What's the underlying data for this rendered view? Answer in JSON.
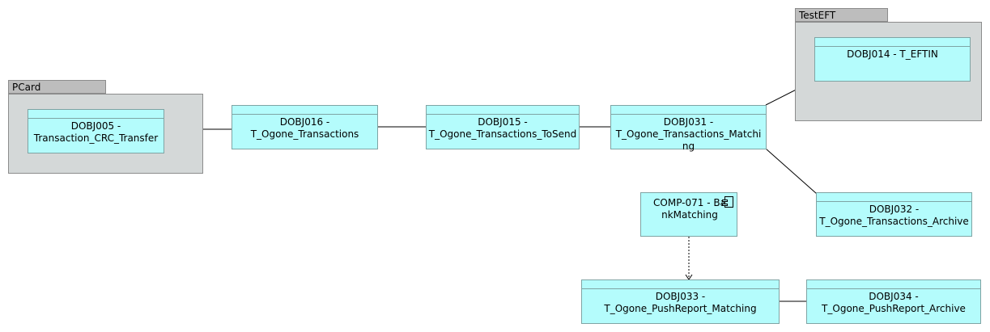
{
  "groups": {
    "pcard": {
      "name": "PCard"
    },
    "testeft": {
      "name": "TestEFT"
    }
  },
  "nodes": {
    "dobj005": {
      "line1": "DOBJ005 -",
      "line2": "Transaction_CRC_Transfer"
    },
    "dobj016": {
      "line1": "DOBJ016 -",
      "line2": "T_Ogone_Transactions"
    },
    "dobj015": {
      "line1": "DOBJ015 -",
      "line2": "T_Ogone_Transactions_ToSend"
    },
    "dobj031": {
      "line1": "DOBJ031 -",
      "line2": "T_Ogone_Transactions_Matching"
    },
    "dobj014": {
      "line1": "DOBJ014 - T_EFTIN",
      "line2": ""
    },
    "dobj032": {
      "line1": "DOBJ032 -",
      "line2": "T_Ogone_Transactions_Archive"
    },
    "dobj033": {
      "line1": "DOBJ033 -",
      "line2": "T_Ogone_PushReport_Matching"
    },
    "dobj034": {
      "line1": "DOBJ034 -",
      "line2": "T_Ogone_PushReport_Archive"
    }
  },
  "component": {
    "comp071": {
      "label": "COMP-071 - BankMatching",
      "icon": "component-icon"
    }
  },
  "colors": {
    "node_fill": "#b4fcfc",
    "group_fill": "#d4d8d8",
    "tab_fill": "#bdbdbd"
  }
}
